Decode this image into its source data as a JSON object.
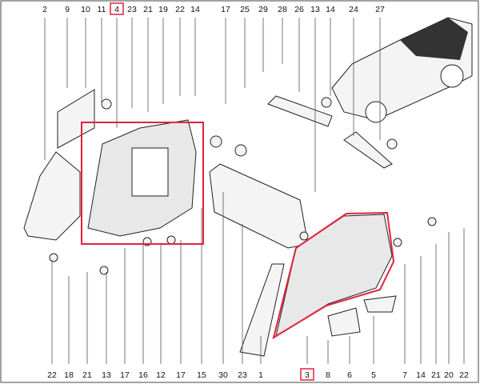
{
  "top_callouts": [
    "2",
    "9",
    "10",
    "11",
    "4",
    "23",
    "21",
    "19",
    "22",
    "14",
    "17",
    "25",
    "29",
    "28",
    "26",
    "13",
    "14",
    "24",
    "27"
  ],
  "bottom_callouts": [
    "22",
    "18",
    "21",
    "13",
    "17",
    "16",
    "12",
    "17",
    "15",
    "30",
    "23",
    "1",
    "3",
    "8",
    "6",
    "5",
    "7",
    "14",
    "21",
    "20",
    "22"
  ],
  "highlighted_callouts": [
    "4",
    "3"
  ],
  "colors": {
    "highlight": "#e0243c",
    "line": "#222222"
  }
}
